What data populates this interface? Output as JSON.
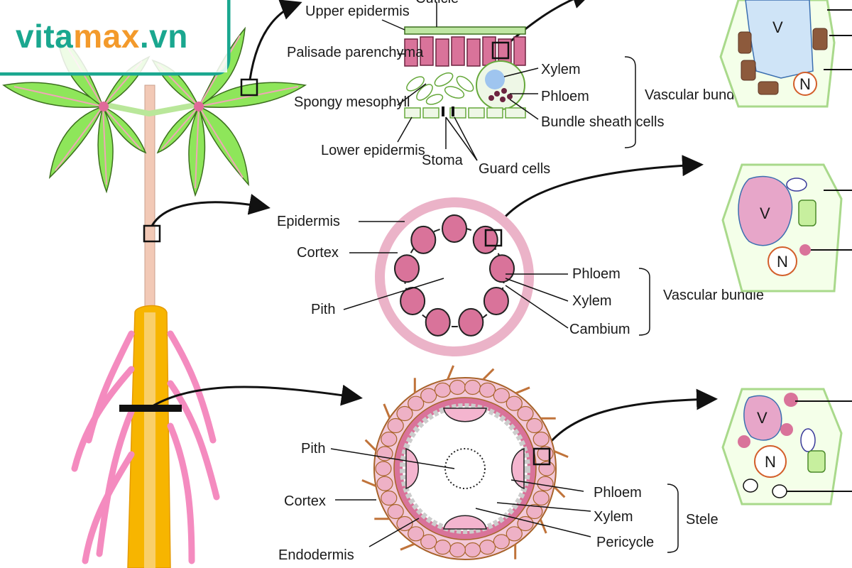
{
  "brand": {
    "part1": "vita",
    "part2": "max",
    "part3": ".vn",
    "color_primary": "#1aa78f",
    "color_accent": "#f39a2b"
  },
  "leaf": {
    "upper_epidermis": "Upper epidermis",
    "cuticle": "Cuticle",
    "palisade": "Palisade parenchyma",
    "spongy": "Spongy mesophyll",
    "lower_epidermis": "Lower epidermis",
    "stoma": "Stoma",
    "guard_cells": "Guard cells",
    "xylem": "Xylem",
    "phloem": "Phloem",
    "bundle_sheath": "Bundle sheath cells",
    "vascular_bundle": "Vascular bundle"
  },
  "stem": {
    "epidermis": "Epidermis",
    "cortex": "Cortex",
    "pith": "Pith",
    "phloem": "Phloem",
    "xylem": "Xylem",
    "cambium": "Cambium",
    "vascular_bundle": "Vascular bundle"
  },
  "root": {
    "pith": "Pith",
    "cortex": "Cortex",
    "endodermis": "Endodermis",
    "phloem": "Phloem",
    "xylem": "Xylem",
    "pericycle": "Pericycle",
    "stele": "Stele"
  },
  "cells": {
    "vacuole": "V",
    "nucleus": "N"
  },
  "colors": {
    "leaf_green": "#8ee65a",
    "pink": "#e57ba0",
    "xylem_blue": "#cfe4f7",
    "orange": "#f7b500"
  }
}
